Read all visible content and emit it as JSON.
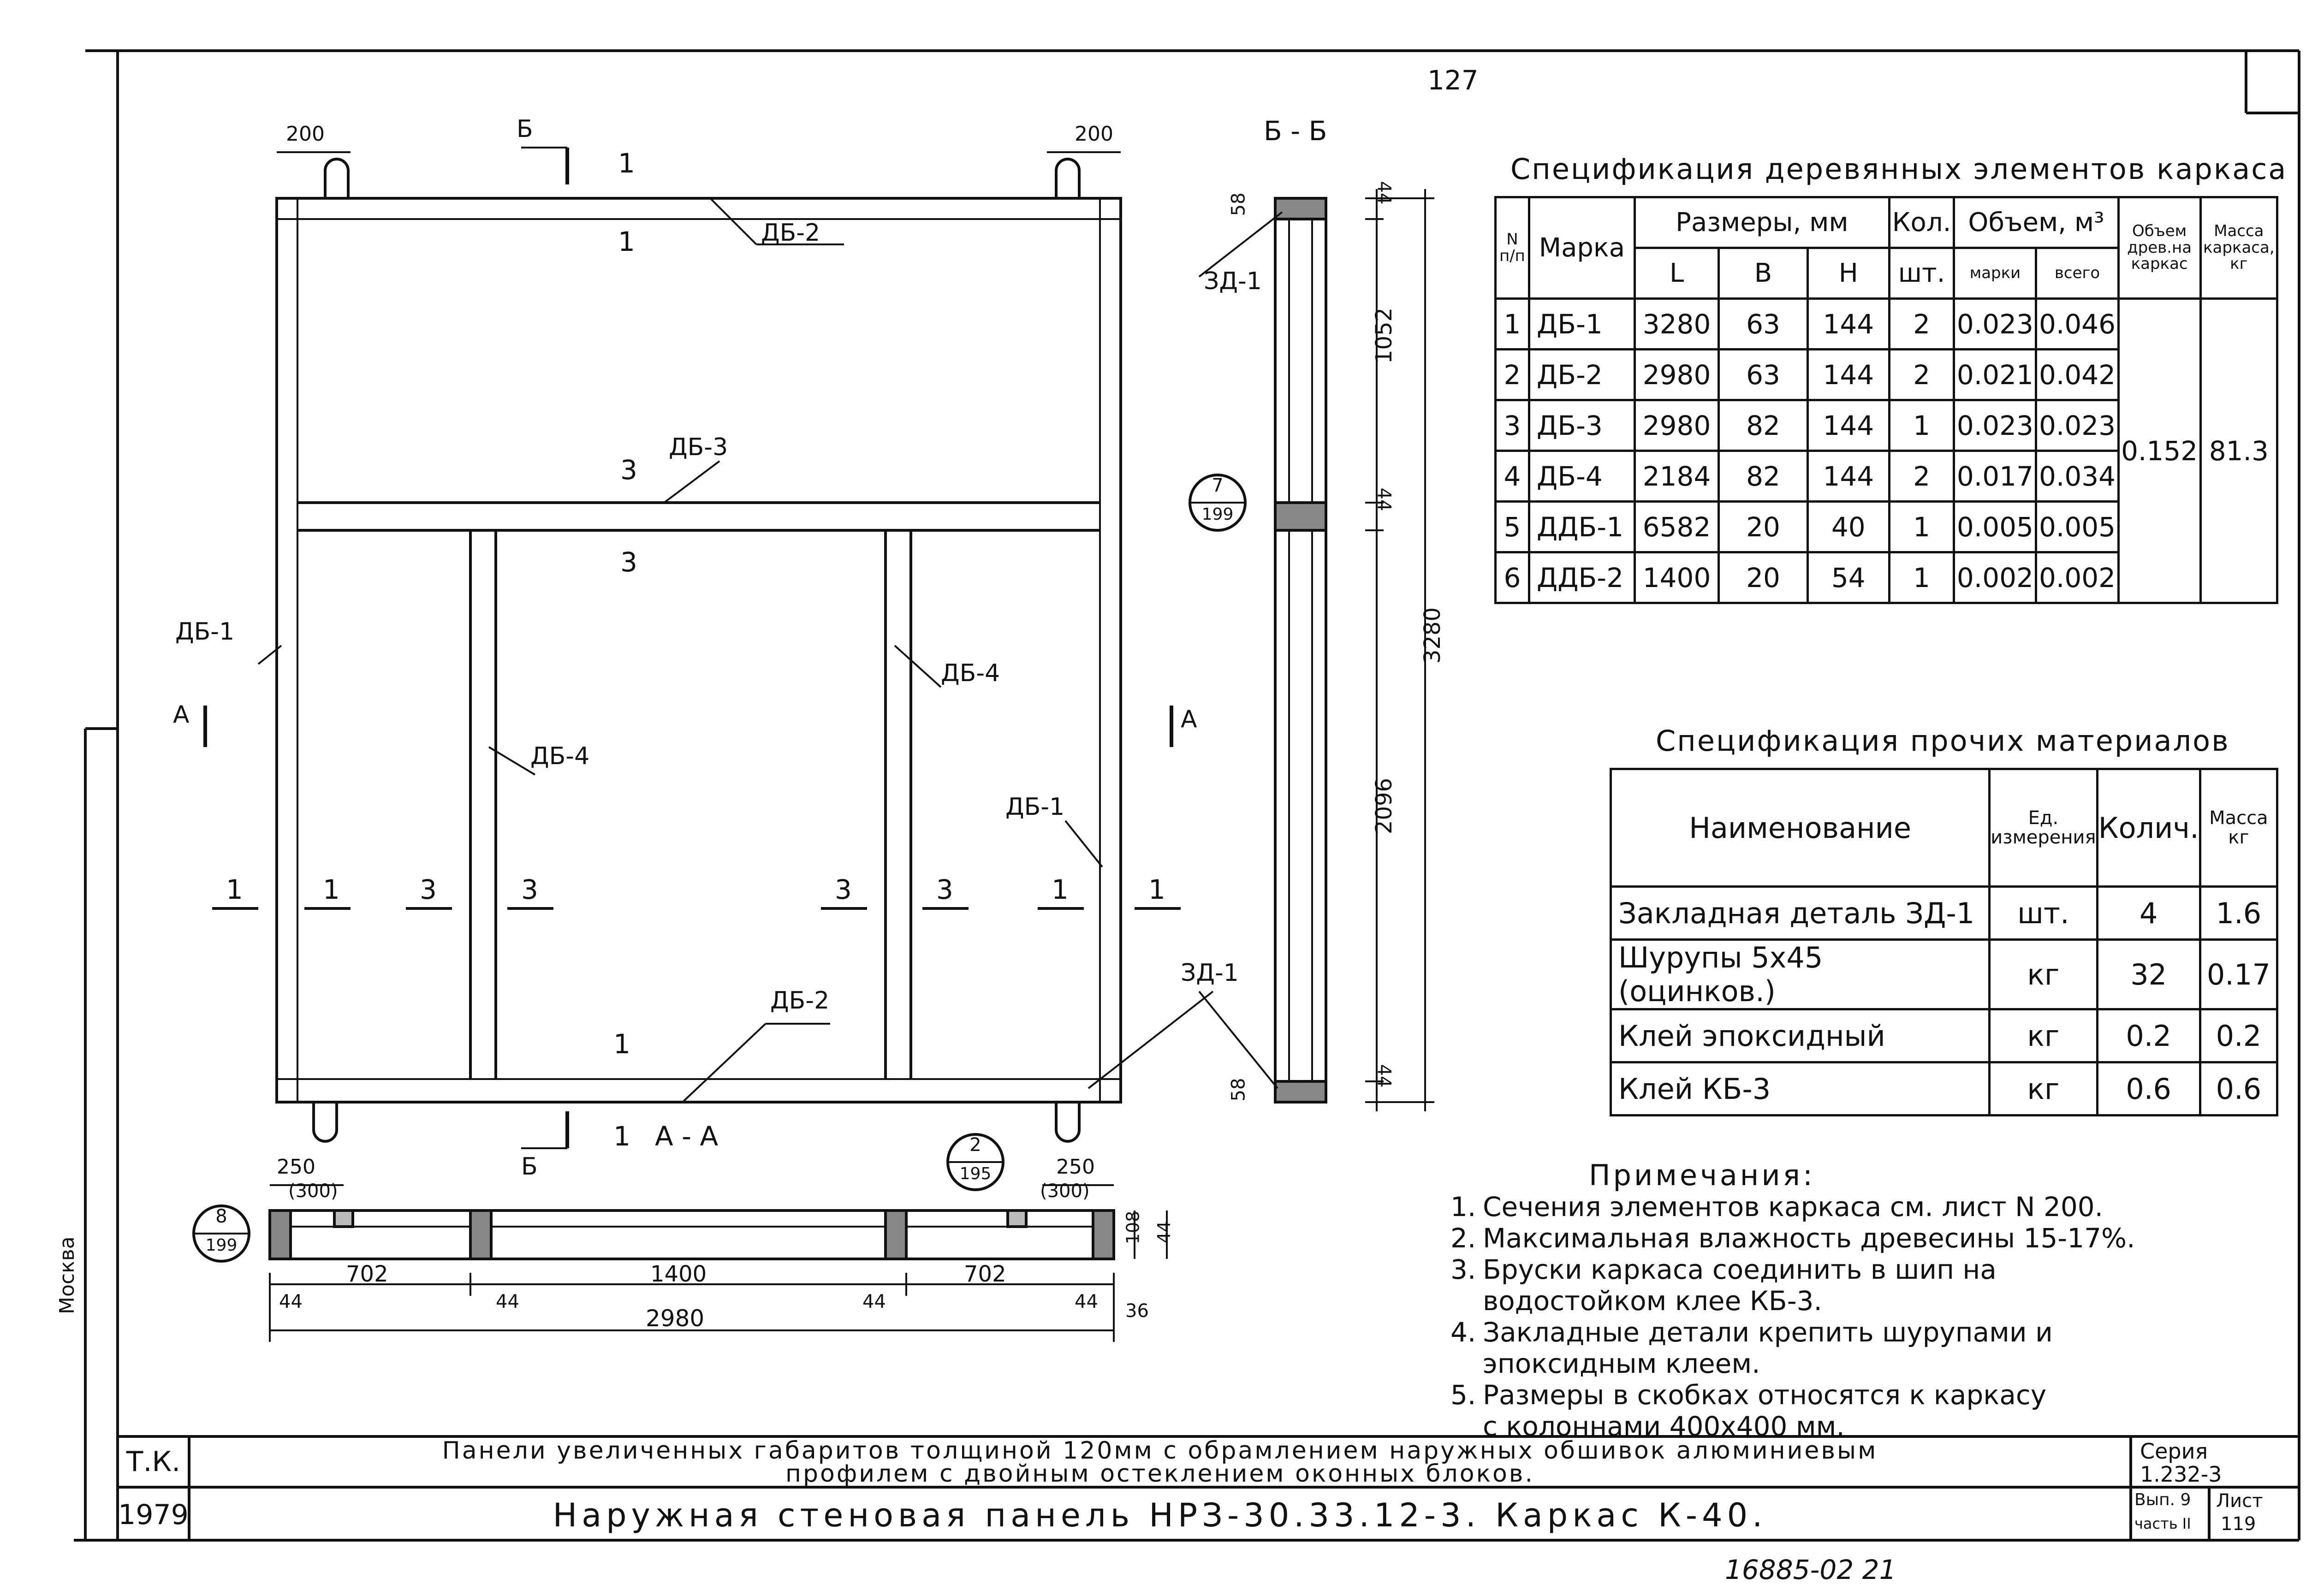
{
  "sheet_number": "127",
  "drawing": {
    "section_mark_top": "Б",
    "section_mark_bottom": "Б",
    "section_mark_left": "А",
    "section_mark_right": "А",
    "section_bb_title": "Б - Б",
    "section_aa_title": "А - А",
    "dim_200": "200",
    "dim_250": "250",
    "dim_300": "(300)",
    "dim_702": "702",
    "dim_1400": "1400",
    "dim_2980": "2980",
    "dim_44": "44",
    "dim_1052": "1052",
    "dim_2096": "2096",
    "dim_3280": "3280",
    "dim_58": "58",
    "dim_36": "36",
    "dim_108": "108",
    "label_db1": "ДБ-1",
    "label_db2": "ДБ-2",
    "label_db3": "ДБ-3",
    "label_db4": "ДБ-4",
    "label_zd1": "ЗД-1",
    "mark_1": "1",
    "mark_3": "3",
    "callout_7_199": {
      "top": "7",
      "bottom": "199"
    },
    "callout_8_199": {
      "top": "8",
      "bottom": "199"
    },
    "callout_2_195": {
      "top": "2",
      "bottom": "195"
    }
  },
  "spec_wood": {
    "title": "Спецификация деревянных элементов каркаса",
    "headers": {
      "num": "N п/п",
      "mark": "Марка",
      "sizes": "Размеры, мм",
      "l": "L",
      "b": "В",
      "h": "Н",
      "qty": "Кол.",
      "qty_unit": "шт.",
      "volume": "Объем, м³",
      "vol_mark": "марки",
      "vol_total": "всего",
      "wood_volume": "Объем древ.на каркас",
      "frame_mass": "Масса каркаса, кг"
    },
    "rows": [
      {
        "n": "1",
        "mark": "ДБ-1",
        "l": "3280",
        "b": "63",
        "h": "144",
        "qty": "2",
        "v_mark": "0.023",
        "v_total": "0.046"
      },
      {
        "n": "2",
        "mark": "ДБ-2",
        "l": "2980",
        "b": "63",
        "h": "144",
        "qty": "2",
        "v_mark": "0.021",
        "v_total": "0.042"
      },
      {
        "n": "3",
        "mark": "ДБ-3",
        "l": "2980",
        "b": "82",
        "h": "144",
        "qty": "1",
        "v_mark": "0.023",
        "v_total": "0.023"
      },
      {
        "n": "4",
        "mark": "ДБ-4",
        "l": "2184",
        "b": "82",
        "h": "144",
        "qty": "2",
        "v_mark": "0.017",
        "v_total": "0.034"
      },
      {
        "n": "5",
        "mark": "ДДБ-1",
        "l": "6582",
        "b": "20",
        "h": "40",
        "qty": "1",
        "v_mark": "0.005",
        "v_total": "0.005"
      },
      {
        "n": "6",
        "mark": "ДДБ-2",
        "l": "1400",
        "b": "20",
        "h": "54",
        "qty": "1",
        "v_mark": "0.002",
        "v_total": "0.002"
      }
    ],
    "wood_volume_total": "0.152",
    "frame_mass_total": "81.3"
  },
  "spec_other": {
    "title": "Спецификация прочих материалов",
    "headers": {
      "name": "Наименование",
      "unit": "Ед. измерения",
      "qty": "Колич.",
      "mass": "Масса кг"
    },
    "rows": [
      {
        "name": "Закладная деталь ЗД-1",
        "unit": "шт.",
        "qty": "4",
        "mass": "1.6"
      },
      {
        "name": "Шурупы 5х45 (оцинков.)",
        "unit": "кг",
        "qty": "32",
        "mass": "0.17"
      },
      {
        "name": "Клей эпоксидный",
        "unit": "кг",
        "qty": "0.2",
        "mass": "0.2"
      },
      {
        "name": "Клей КБ-3",
        "unit": "кг",
        "qty": "0.6",
        "mass": "0.6"
      }
    ]
  },
  "notes": {
    "title": "Примечания:",
    "items": [
      {
        "n": "1.",
        "lines": [
          "Сечения элементов каркаса см. лист N 200."
        ]
      },
      {
        "n": "2.",
        "lines": [
          "Максимальная влажность древесины 15-17%."
        ]
      },
      {
        "n": "3.",
        "lines": [
          "Бруски каркаса соединить в шип на",
          "водостойком клее КБ-3."
        ]
      },
      {
        "n": "4.",
        "lines": [
          "Закладные детали крепить шурупами и",
          "эпоксидным клеем."
        ]
      },
      {
        "n": "5.",
        "lines": [
          "Размеры в скобках относятся к каркасу",
          "с колоннами 400х400 мм."
        ]
      }
    ]
  },
  "title_block": {
    "org": "Т.К.",
    "year": "1979",
    "line1": "Панели увеличенных габаритов толщиной 120мм с обрамлением наружных обшивок алюминиевым",
    "line2": "профилем с двойным остеклением оконных блоков.",
    "line3": "Наружная стеновая панель НРЗ-30.33.12-3. Каркас К-40.",
    "series_label": "Серия",
    "series_value": "1.232-3",
    "issue": "Вып. 9",
    "part": "часть II",
    "sheet_label": "Лист",
    "sheet_value": "119"
  },
  "margin_stamp": "Москва",
  "footer_code": "16885-02  21"
}
